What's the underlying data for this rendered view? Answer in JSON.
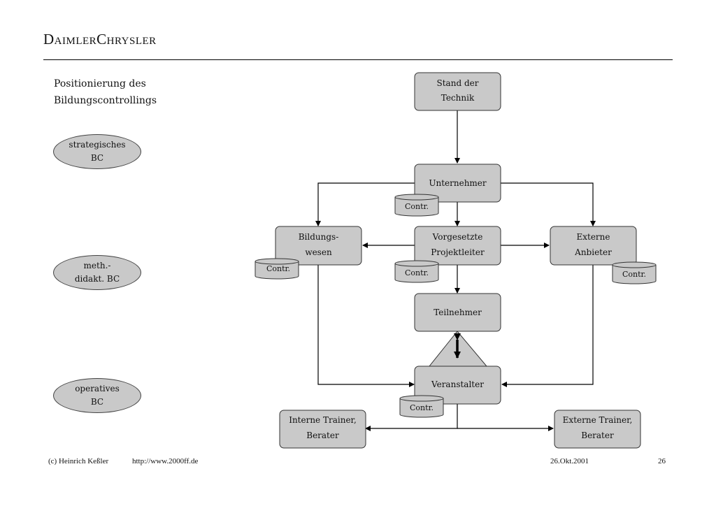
{
  "header": {
    "logo_text": "DaimlerChrysler"
  },
  "subtitle": {
    "line1": "Positionierung des",
    "line2": "Bildungscontrollings"
  },
  "levels": [
    {
      "line1": "strategisches",
      "line2": "BC"
    },
    {
      "line1": "meth.-",
      "line2": "didakt. BC"
    },
    {
      "line1": "operatives",
      "line2": "BC"
    }
  ],
  "nodes": {
    "stand_der_technik": {
      "line1": "Stand der",
      "line2": "Technik"
    },
    "unternehmer": {
      "line1": "Unternehmer"
    },
    "bildungswesen": {
      "line1": "Bildungs-",
      "line2": "wesen"
    },
    "vorgesetzte": {
      "line1": "Vorgesetzte",
      "line2": "Projektleiter"
    },
    "externe_anbieter": {
      "line1": "Externe",
      "line2": "Anbieter"
    },
    "teilnehmer": {
      "line1": "Teilnehmer"
    },
    "veranstalter": {
      "line1": "Veranstalter"
    },
    "interne_trainer": {
      "line1": "Interne Trainer,",
      "line2": "Berater"
    },
    "externe_trainer": {
      "line1": "Externe Trainer,",
      "line2": "Berater"
    }
  },
  "controlling_label": "Contr.",
  "colors": {
    "box_fill": "#c9c9c9",
    "box_stroke": "#333333",
    "line": "#000000"
  },
  "footer": {
    "author": "(c) Heinrich Keßler",
    "url": "http://www.2000ff.de",
    "date": "26.Okt.2001",
    "page": "26"
  }
}
